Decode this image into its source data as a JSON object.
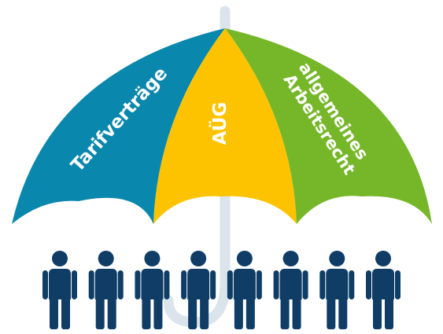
{
  "umbrella": {
    "panels": {
      "left": {
        "label": "Tarifverträge",
        "color": "#0a87ac"
      },
      "middle": {
        "label": "AÜG",
        "color": "#fdc300"
      },
      "right": {
        "label_line1": "allgemeines",
        "label_line2": "Arbeitsrecht",
        "color": "#76b72a"
      }
    },
    "shaft_color": "#dbe4eb"
  },
  "people": {
    "count": 8,
    "color": "#0f3d66"
  }
}
